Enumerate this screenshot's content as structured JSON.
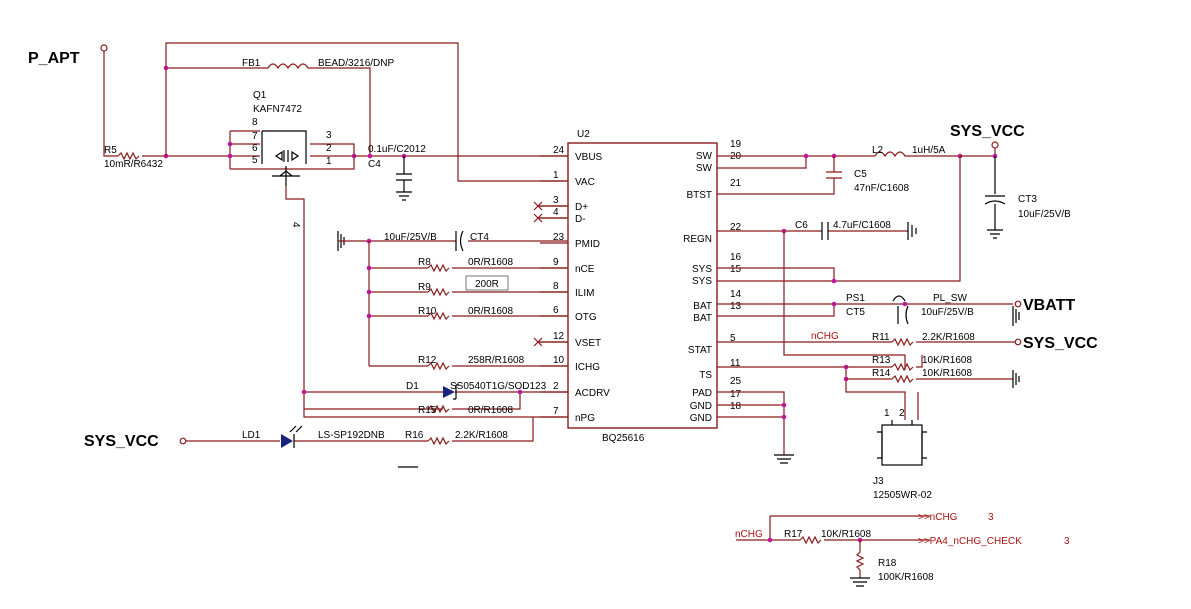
{
  "nets": {
    "p_apt": "P_APT",
    "sys_vcc_top": "SYS_VCC",
    "sys_vcc_left": "SYS_VCC",
    "sys_vcc_right": "SYS_VCC",
    "vbatt": "VBATT",
    "nchg_stat": "nCHG",
    "nchg_bottom": "nCHG",
    "nchg_out": ">>nCHG",
    "nchg_out_sheet": "3",
    "pa4": ">>PA4_nCHG_CHECK",
    "pa4_sheet": "3"
  },
  "ic": {
    "ref": "U2",
    "part": "BQ25616",
    "left_pins": [
      {
        "num": "24",
        "name": "VBUS"
      },
      {
        "num": "1",
        "name": "VAC"
      },
      {
        "num": "3",
        "name": "D+"
      },
      {
        "num": "4",
        "name": "D-"
      },
      {
        "num": "23",
        "name": "PMID"
      },
      {
        "num": "9",
        "name": "nCE"
      },
      {
        "num": "8",
        "name": "ILIM"
      },
      {
        "num": "6",
        "name": "OTG"
      },
      {
        "num": "12",
        "name": "VSET"
      },
      {
        "num": "10",
        "name": "ICHG"
      },
      {
        "num": "2",
        "name": "ACDRV"
      },
      {
        "num": "7",
        "name": "nPG"
      }
    ],
    "right_pins": [
      {
        "num": "19",
        "name": "SW"
      },
      {
        "num": "20",
        "name": "SW"
      },
      {
        "num": "21",
        "name": "BTST"
      },
      {
        "num": "22",
        "name": "REGN"
      },
      {
        "num": "16",
        "name": "SYS"
      },
      {
        "num": "15",
        "name": "SYS"
      },
      {
        "num": "14",
        "name": "BAT"
      },
      {
        "num": "13",
        "name": "BAT"
      },
      {
        "num": "5",
        "name": "STAT"
      },
      {
        "num": "11",
        "name": "TS"
      },
      {
        "num": "25",
        "name": "PAD"
      },
      {
        "num": "17",
        "name": "GND"
      },
      {
        "num": "18",
        "name": "GND"
      }
    ]
  },
  "parts": {
    "fb1_ref": "FB1",
    "fb1_val": "BEAD/3216/DNP",
    "q1_ref": "Q1",
    "q1_val": "KAFN7472",
    "q1_pins": [
      "8",
      "7",
      "6",
      "5",
      "3",
      "2",
      "1",
      "4"
    ],
    "r5_ref": "R5",
    "r5_val": "10mR/R6432",
    "c4_ref": "C4",
    "c4_val": "0.1uF/C2012",
    "ct4_val": "10uF/25V/B",
    "ct4_ref": "CT4",
    "r8_ref": "R8",
    "r8_val": "0R/R1608",
    "r9_ref": "R9",
    "r9_val": "200R",
    "r10_ref": "R10",
    "r10_val": "0R/R1608",
    "r12_ref": "R12",
    "r12_val": "258R/R1608",
    "d1_ref": "D1",
    "d1_val": "SS0540T1G/SOD123",
    "r15_ref": "R15",
    "r15_val": "0R/R1608",
    "ld1_ref": "LD1",
    "ld1_val": "LS-SP192DNB",
    "r16_ref": "R16",
    "r16_val": "2.2K/R1608",
    "l2_ref": "L2",
    "l2_val": "1uH/5A",
    "c5_ref": "C5",
    "c5_val": "47nF/C1608",
    "ct3_ref": "CT3",
    "ct3_val": "10uF/25V/B",
    "c6_ref": "C6",
    "c6_val": "4.7uF/C1608",
    "ps1_ref": "PS1",
    "pl_ref": "PL_SW",
    "ct5_ref": "CT5",
    "ct5_val": "10uF/25V/B",
    "r11_ref": "R11",
    "r11_val": "2.2K/R1608",
    "r13_ref": "R13",
    "r13_val": "10K/R1608",
    "r14_ref": "R14",
    "r14_val": "10K/R1608",
    "j3_ref": "J3",
    "j3_val": "12505WR-02",
    "j3_pin1": "1",
    "j3_pin2": "2",
    "r17_ref": "R17",
    "r17_val": "10K/R1608",
    "r18_ref": "R18",
    "r18_val": "100K/R1608"
  }
}
